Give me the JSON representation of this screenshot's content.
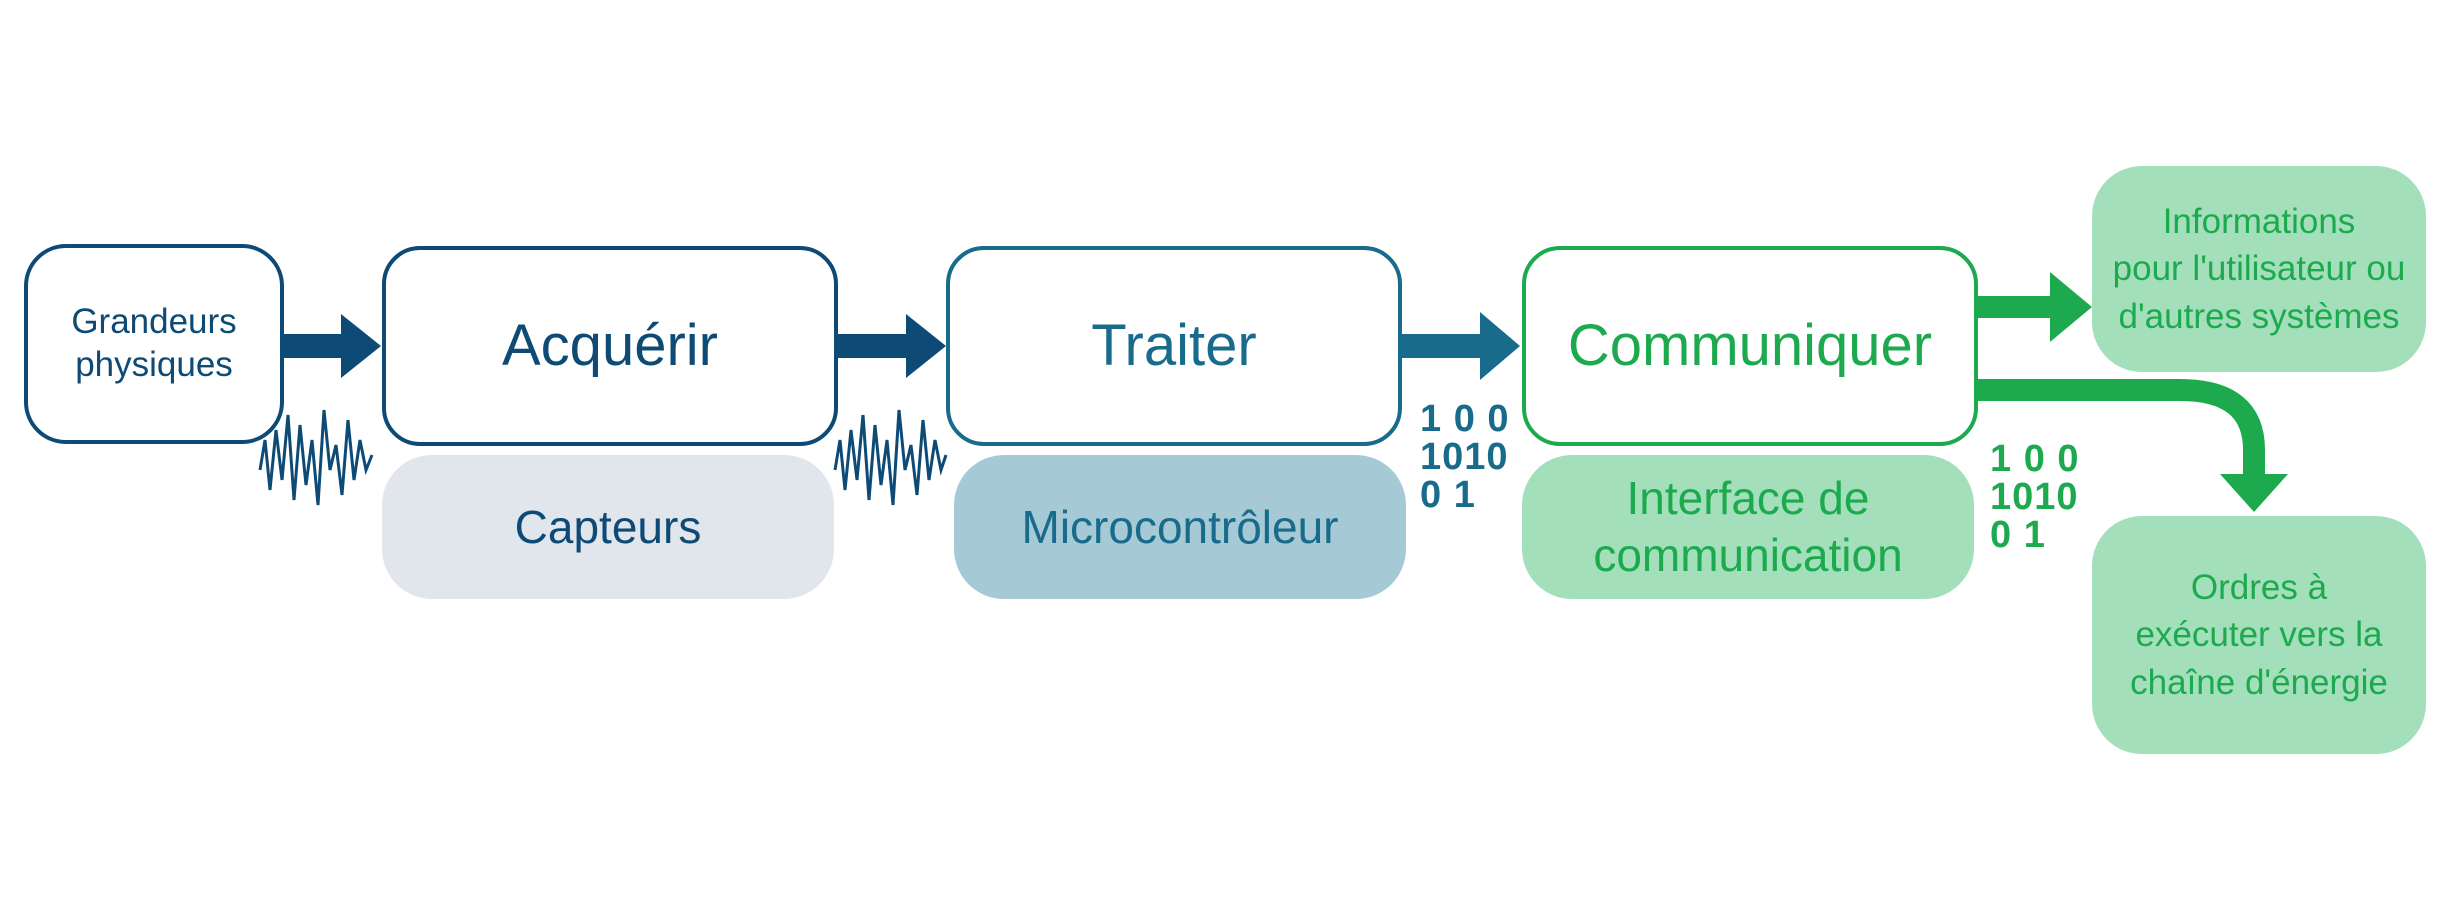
{
  "colors": {
    "dark_blue": "#0e4a76",
    "mid_blue": "#186b8a",
    "green": "#1daa4e",
    "capteurs_fill": "#e1e5ec",
    "micro_fill": "#a6c9d6",
    "green_fill": "#a3dfba"
  },
  "diagram": {
    "input": "Grandeurs\nphysiques",
    "acquerir": "Acquérir",
    "traiter": "Traiter",
    "communiquer": "Communiquer",
    "capteurs": "Capteurs",
    "microcontroleur": "Microcontrôleur",
    "interface": "Interface de\ncommunication",
    "out_info": "Informations\npour l'utilisateur ou\nd'autres systèmes",
    "out_ordres": "Ordres à\nexécuter vers la\nchaîne d'énergie",
    "binary_1": "1 0 0\n1010\n0 1",
    "binary_2": "1 0 0\n1010\n0 1"
  }
}
